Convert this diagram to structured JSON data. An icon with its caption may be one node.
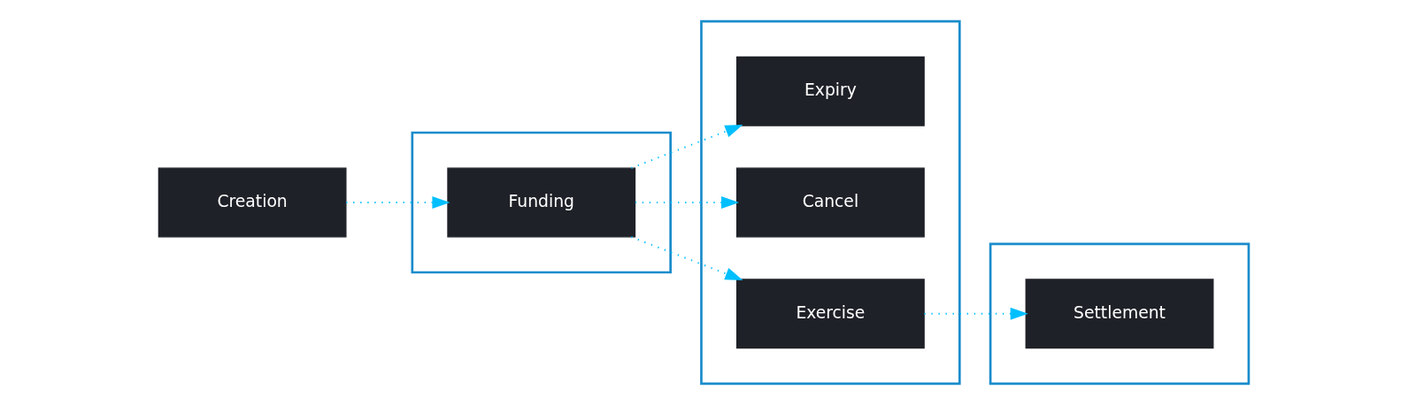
{
  "diagram": {
    "nodes": [
      {
        "text": [
          "Creation"
        ]
      },
      {
        "text": [],
        "shape": "box"
      },
      {
        "text": [
          "Funding"
        ],
        "in": 1
      },
      {
        "text": [],
        "shape": "box"
      },
      {
        "text": [
          "Expiry"
        ],
        "in": 3
      },
      {
        "text": [
          "Cancel"
        ],
        "in": 3
      },
      {
        "text": [
          "Exercise"
        ],
        "in": 3
      },
      {
        "text": [],
        "shape": "box"
      },
      {
        "text": [
          "Settlement"
        ],
        "in": 7
      }
    ],
    "edges": [
      {
        "from": 0,
        "to": 2,
        "arrow": "to"
      },
      {
        "from": 2,
        "to": 4,
        "arrow": "to"
      },
      {
        "from": 2,
        "to": 5,
        "arrow": "to"
      },
      {
        "from": 2,
        "to": 6,
        "arrow": "to"
      },
      {
        "from": 6,
        "to": 8,
        "arrow": "to"
      }
    ]
  }
}
